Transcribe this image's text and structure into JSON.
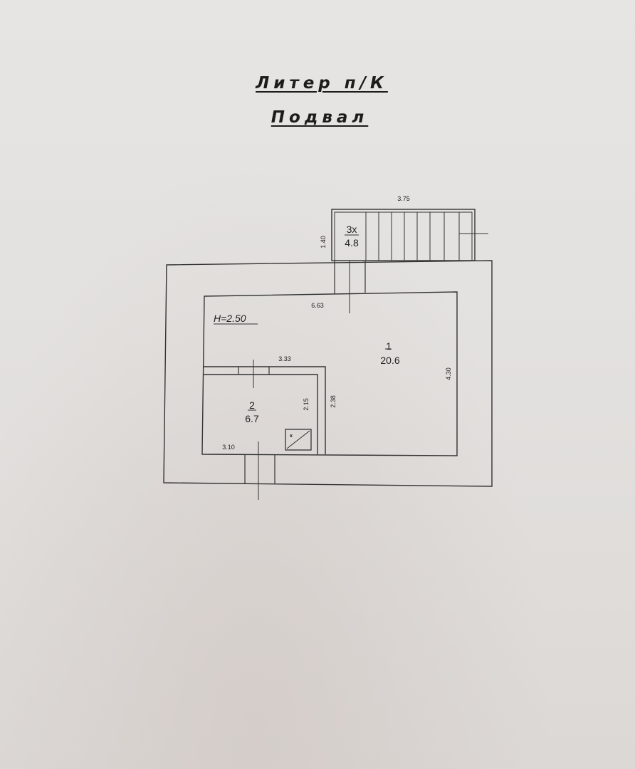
{
  "title": {
    "line1": "Литер п/К",
    "line2": "Подвал"
  },
  "plan": {
    "height_label": "H=2.50",
    "rooms": [
      {
        "number": "1",
        "area": "20.6"
      },
      {
        "number": "2",
        "area": "6.7"
      },
      {
        "number": "3х",
        "area": "4.8"
      }
    ],
    "dimensions": {
      "stair_width": "3.75",
      "stair_depth": "1.40",
      "room1_width": "6.63",
      "room1_height": "4.30",
      "room2_top": "3.33",
      "room2_bottom": "3.10",
      "room2_right": "2.15",
      "partition": "2.38"
    },
    "symbol_letter": "к"
  }
}
